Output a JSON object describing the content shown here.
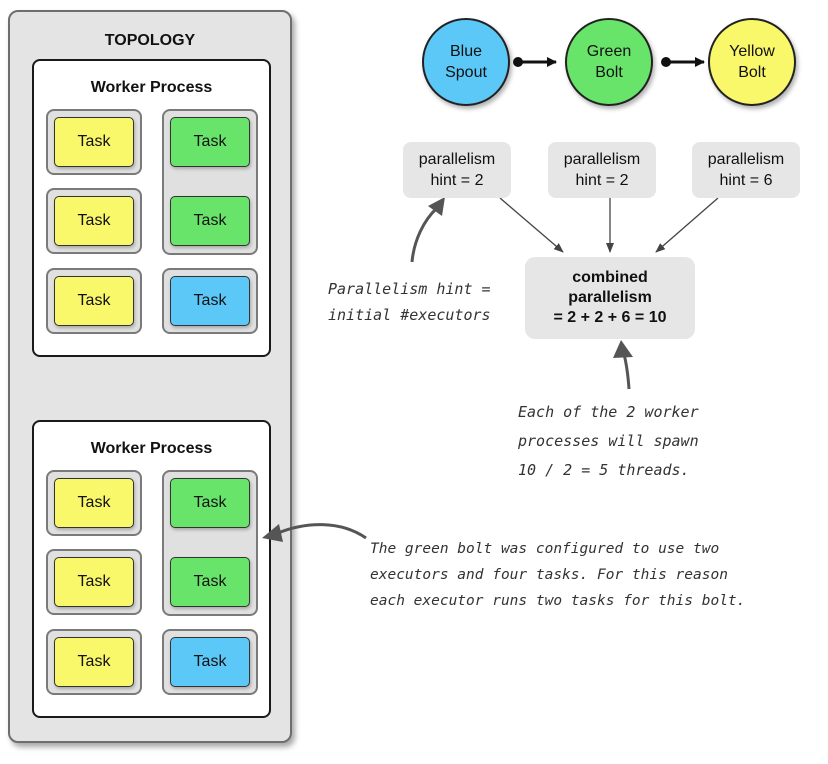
{
  "topology": {
    "title": "TOPOLOGY",
    "workers": [
      {
        "title": "Worker Process",
        "executors": [
          {
            "tasks": [
              {
                "label": "Task",
                "color": "yellow"
              }
            ]
          },
          {
            "tasks": [
              {
                "label": "Task",
                "color": "green"
              },
              {
                "label": "Task",
                "color": "green"
              }
            ]
          },
          {
            "tasks": [
              {
                "label": "Task",
                "color": "yellow"
              }
            ]
          },
          {
            "tasks": [
              {
                "label": "Task",
                "color": "yellow"
              }
            ]
          },
          {
            "tasks": [
              {
                "label": "Task",
                "color": "blue"
              }
            ]
          }
        ]
      },
      {
        "title": "Worker Process",
        "executors": [
          {
            "tasks": [
              {
                "label": "Task",
                "color": "yellow"
              }
            ]
          },
          {
            "tasks": [
              {
                "label": "Task",
                "color": "green"
              },
              {
                "label": "Task",
                "color": "green"
              }
            ]
          },
          {
            "tasks": [
              {
                "label": "Task",
                "color": "yellow"
              }
            ]
          },
          {
            "tasks": [
              {
                "label": "Task",
                "color": "yellow"
              }
            ]
          },
          {
            "tasks": [
              {
                "label": "Task",
                "color": "blue"
              }
            ]
          }
        ]
      }
    ]
  },
  "nodes": [
    {
      "line1": "Blue",
      "line2": "Spout",
      "color": "#5bc8f7"
    },
    {
      "line1": "Green",
      "line2": "Bolt",
      "color": "#69e46b"
    },
    {
      "line1": "Yellow",
      "line2": "Bolt",
      "color": "#f9f76a"
    }
  ],
  "hints": [
    {
      "line1": "parallelism",
      "line2": "hint = 2"
    },
    {
      "line1": "parallelism",
      "line2": "hint = 2"
    },
    {
      "line1": "parallelism",
      "line2": "hint = 6"
    }
  ],
  "combined": {
    "line1": "combined",
    "line2": "parallelism",
    "line3": "= 2 + 2 + 6 = 10"
  },
  "notes": {
    "hint_note": [
      "Parallelism hint =",
      "initial #executors"
    ],
    "spawn_note": [
      "Each of the 2 worker",
      "processes will spawn",
      "10 / 2 = 5 threads."
    ],
    "green_note": [
      "The green bolt was configured to use two",
      "executors and four tasks.  For this reason",
      "each executor runs two tasks for this bolt."
    ]
  },
  "colors": {
    "yellow": "#f9f76a",
    "green": "#69e46b",
    "blue": "#5bc8f7"
  }
}
